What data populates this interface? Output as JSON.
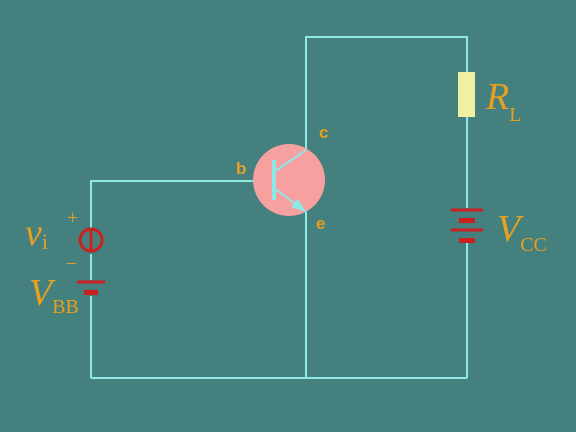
{
  "colors": {
    "background": "#43807e",
    "wire": "#8fe8e8",
    "label": "#e8a020",
    "source": "#cc2020",
    "resistor": "#f0f0a0",
    "transistor_body": "#f7a0a0"
  },
  "terminals": {
    "base": "b",
    "collector": "c",
    "emitter": "e"
  },
  "components": {
    "load_resistor": {
      "symbol": "R",
      "subscript": "L"
    },
    "collector_supply": {
      "symbol": "V",
      "subscript": "CC"
    },
    "base_supply": {
      "symbol": "V",
      "subscript": "BB"
    },
    "input_source": {
      "symbol": "v",
      "subscript": "i",
      "plus": "+",
      "minus": "−"
    }
  }
}
